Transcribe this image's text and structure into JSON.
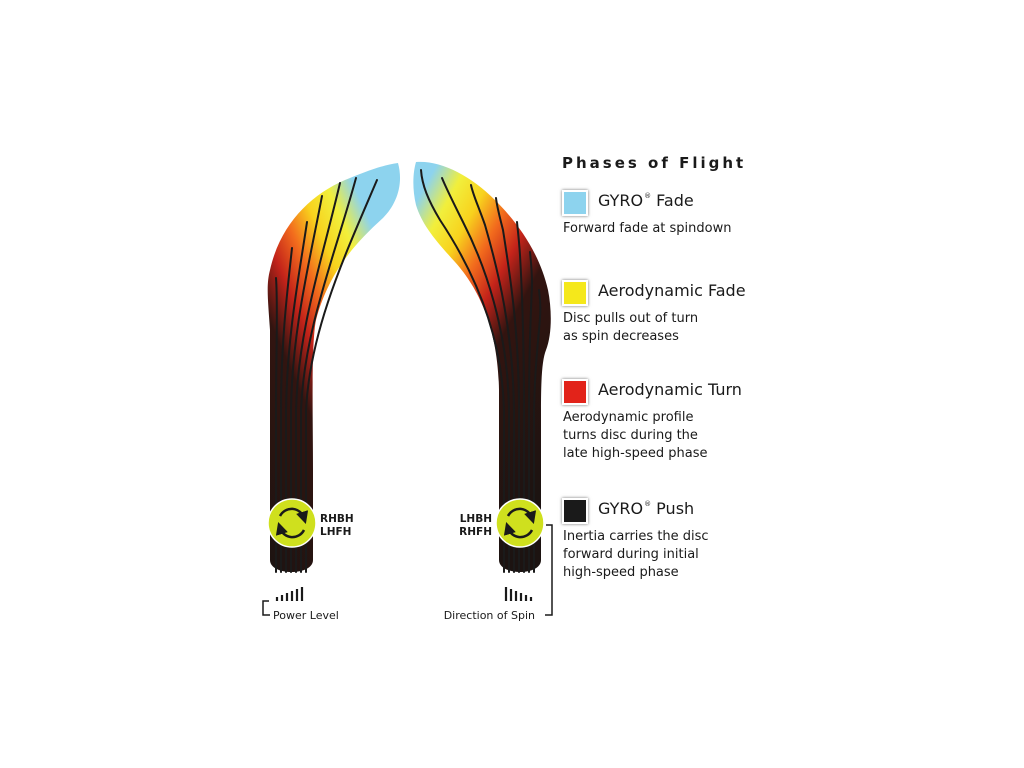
{
  "legend": {
    "title": "Phases of Flight",
    "items": [
      {
        "label": "GYRO",
        "mark": "®",
        "label_suffix": " Fade",
        "description": "Forward fade at spindown",
        "color": "#8dd3ee"
      },
      {
        "label": "Aerodynamic Fade",
        "mark": "",
        "label_suffix": "",
        "description": "Disc pulls out of turn\nas spin decreases",
        "color": "#f5e81b"
      },
      {
        "label": "Aerodynamic Turn",
        "mark": "",
        "label_suffix": "",
        "description": "Aerodynamic profile\nturns disc during the\nlate high-speed phase",
        "color": "#e2231a"
      },
      {
        "label": "GYRO",
        "mark": "®",
        "label_suffix": " Push",
        "description": "Inertia carries the disc\nforward during initial\nhigh-speed phase",
        "color": "#1a1a1a"
      }
    ]
  },
  "left_path": {
    "throw_line1": "RHBH",
    "throw_line2": "LHFH",
    "axis_label": "Power Level",
    "spin_icon": "clockwise-rotation-icon"
  },
  "right_path": {
    "throw_line1": "LHBH",
    "throw_line2": "RHFH",
    "axis_label": "Direction of Spin",
    "spin_icon": "clockwise-rotation-icon"
  },
  "colors": {
    "spin_circle": "#cfe01e",
    "gyro_fade": "#8dd3ee",
    "aero_fade": "#f5e81b",
    "aero_turn": "#e2231a",
    "gyro_push": "#1a1a1a"
  }
}
